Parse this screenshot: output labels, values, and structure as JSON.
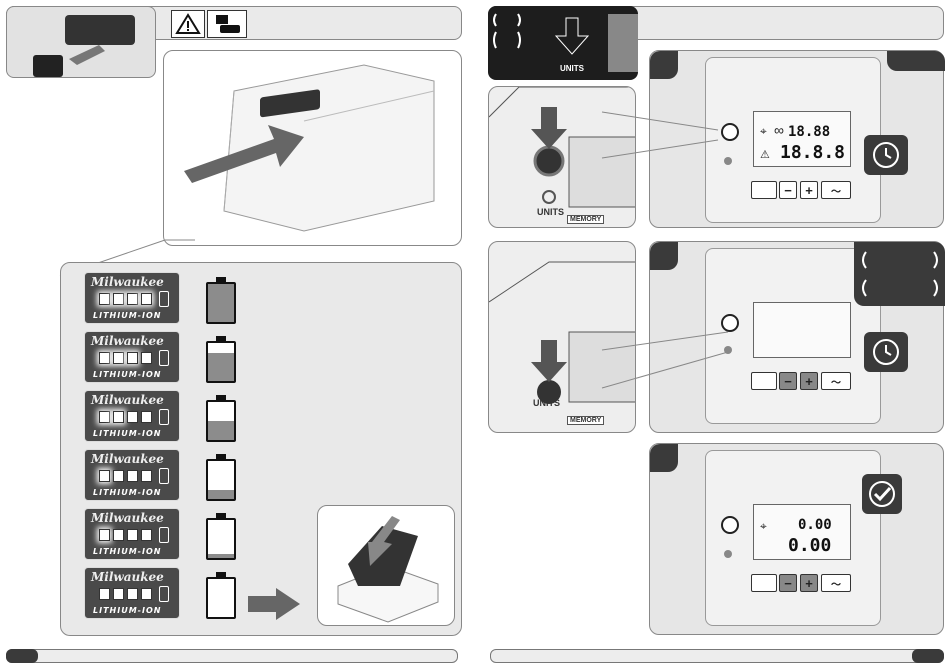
{
  "left_page": {
    "badge_label": "",
    "charge_steps": [
      {
        "brand": "Milwaukee",
        "tag": "LITHIUM-ION",
        "lit_cells": 4,
        "level": 1.0
      },
      {
        "brand": "Milwaukee",
        "tag": "LITHIUM-ION",
        "lit_cells": 3,
        "level": 0.75
      },
      {
        "brand": "Milwaukee",
        "tag": "LITHIUM-ION",
        "lit_cells": 2,
        "level": 0.5
      },
      {
        "brand": "Milwaukee",
        "tag": "LITHIUM-ION",
        "lit_cells": 1,
        "level": 0.25
      },
      {
        "brand": "Milwaukee",
        "tag": "LITHIUM-ION",
        "lit_cells": 1,
        "level": 0.1
      },
      {
        "brand": "Milwaukee",
        "tag": "LITHIUM-ION",
        "lit_cells": 0,
        "level": 0.0
      }
    ],
    "battery_label_brand": "Milwaukee"
  },
  "right_page": {
    "units_label": "UNITS",
    "memory_label": "MEMORY",
    "lcd_step1": {
      "top": "18.88",
      "bottom": "18.8.8"
    },
    "lcd_step3": {
      "top": "0.00",
      "bottom": "0.00"
    },
    "minus": "−",
    "plus": "+"
  },
  "icons": {
    "warning": "warning-icon",
    "clock": "clock-icon",
    "check": "check-icon"
  }
}
